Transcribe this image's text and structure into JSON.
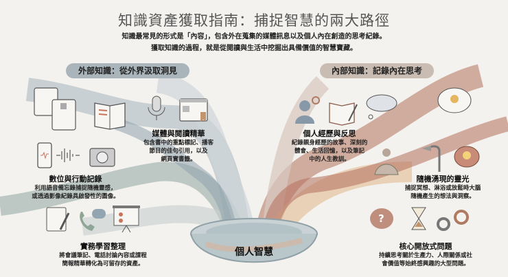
{
  "header": {
    "title": "知識資產獲取指南：捕捉智慧的兩大路徑",
    "subtitle_line1": "知識最常見的形式是「內容」，包含外在蒐集的媒體訊息以及個人內在創造的思考紀錄。",
    "subtitle_line2": "獲取知識的過程，就是從閱讀與生活中挖掘出具備價值的智慧寶藏。"
  },
  "external": {
    "label": "外部知識：從外界汲取洞見",
    "color": "#a9b5bb",
    "items": [
      {
        "title": "媒體與閱讀精華",
        "desc": [
          "包含書中的重點標記、播客",
          "節目的佳句引用，以及",
          "網頁實書籤。"
        ],
        "icons": [
          "scroll-icon",
          "open-book-icon",
          "microphone-icon",
          "webpage-bookmark-icon"
        ]
      },
      {
        "title": "數位與行動記錄",
        "desc": [
          "利用語音備忘錄捕捉隨機靈感，",
          "或透過影像紀錄具啟發性的圖像。"
        ],
        "icons": [
          "smartphone-icon",
          "soundwave-icon",
          "camera-icon"
        ]
      },
      {
        "title": "實務學習整理",
        "desc": [
          "將會議筆記、電話討論內容或課程",
          "簡報精華轉化為可留存的資產。"
        ],
        "icons": [
          "notebook-pen-icon",
          "phone-chat-icon",
          "presentation-board-icon"
        ]
      }
    ]
  },
  "internal": {
    "label": "內部知識：記錄內在思考",
    "color": "#c9bcb2",
    "items": [
      {
        "title": "個人經歷與反思",
        "desc": [
          "紀錄親身經歷的故事、深刻的",
          "體會、生活回憶，以及筆記",
          "中的人生教訓。"
        ],
        "icons": [
          "person-gears-icon",
          "journal-pen-icon",
          "thought-cloud-icon"
        ]
      },
      {
        "title": "隨機湧現的靈光",
        "desc": [
          "捕捉冥想、淋浴或放鬆時大腦",
          "隨機產生的想法與洞察。"
        ],
        "icons": [
          "lightbulb-thought-icon",
          "meditation-icon",
          "shower-icon",
          "brain-lightbulb-icon"
        ]
      },
      {
        "title": "核心開放式問題",
        "desc": [
          "持續思考關於生產力、人際關係或社",
          "會價值等始終感興趣的大型問題。"
        ],
        "icons": [
          "question-head-icon",
          "hourglass-icon",
          "gears-icon"
        ]
      }
    ]
  },
  "center": {
    "label": "個人智慧"
  }
}
